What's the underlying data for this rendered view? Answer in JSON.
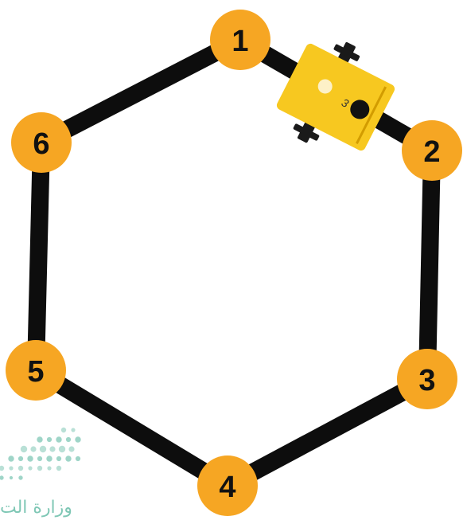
{
  "colors": {
    "path": "#0d0d0d",
    "vertex_fill": "#f6a623",
    "vertex_text": "#111111",
    "robot_body": "#f7c820",
    "robot_wheel": "#1a1a1a",
    "logo": "#7fc7b5"
  },
  "hexagon": {
    "vertices": [
      {
        "label": "1"
      },
      {
        "label": "2"
      },
      {
        "label": "3"
      },
      {
        "label": "4"
      },
      {
        "label": "5"
      },
      {
        "label": "6"
      }
    ]
  },
  "robot": {
    "sensor_label": "3",
    "between_vertices": [
      "1",
      "2"
    ]
  },
  "watermark": {
    "text": "وزارة الت",
    "icon": "dotted-triangle-logo"
  }
}
